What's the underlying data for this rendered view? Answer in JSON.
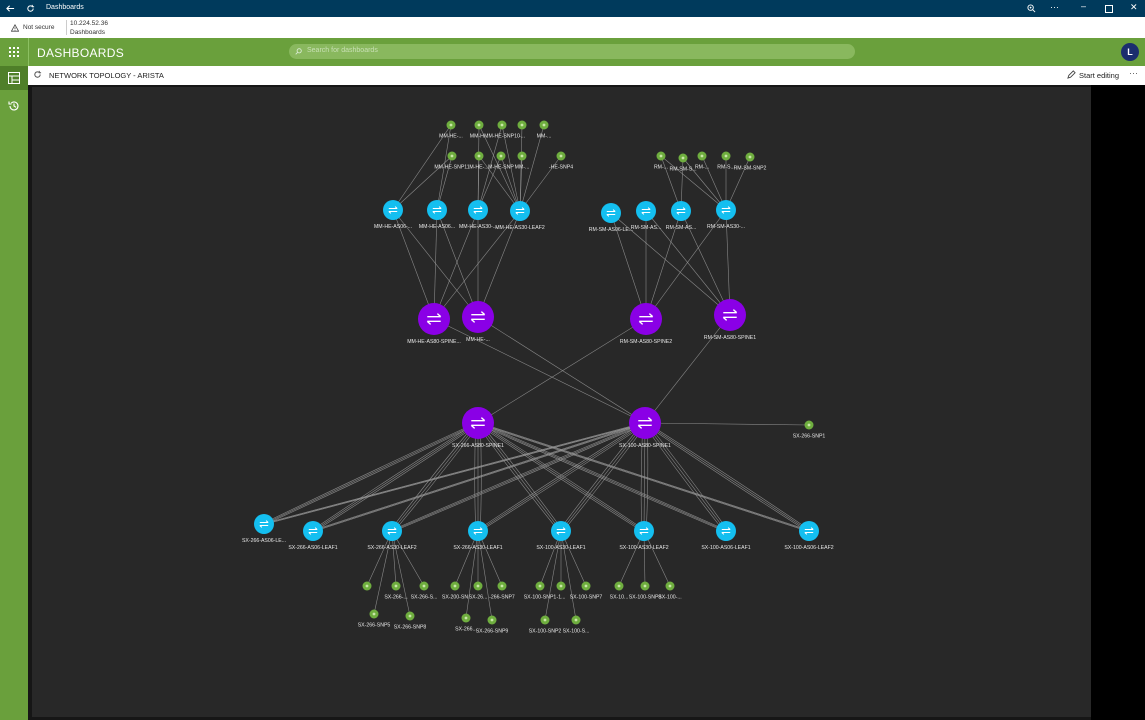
{
  "window": {
    "title": "Dashboards",
    "controls": [
      "minimize-icon",
      "maximize-icon",
      "close-icon"
    ]
  },
  "address": {
    "security": "Not secure",
    "host": "10.224.52.36",
    "page": "Dashboards"
  },
  "app": {
    "title": "DASHBOARDS",
    "search_placeholder": "Search for dashboards",
    "avatar_letter": "L"
  },
  "dashboard": {
    "title": "NETWORK TOPOLOGY - ARISTA",
    "edit_label": "Start editing"
  },
  "colors": {
    "spine": "#8a00e6",
    "leaf": "#14bff0",
    "host": "#6fae3f",
    "link": "#9a9a9a",
    "accent": "#6aa03c"
  },
  "topology": {
    "nodes": [
      {
        "id": "mh1",
        "label": "MM-HE-...",
        "type": "host"
      },
      {
        "id": "mh2",
        "label": "MM-H...",
        "type": "host"
      },
      {
        "id": "mh3",
        "label": "MM-HE-SNP10",
        "type": "host"
      },
      {
        "id": "mh4",
        "label": "-...",
        "type": "host"
      },
      {
        "id": "mh5",
        "label": "MM-...",
        "type": "host"
      },
      {
        "id": "mh6",
        "label": "MM-HE-SNP11",
        "type": "host"
      },
      {
        "id": "mh7",
        "label": "M-HE-...",
        "type": "host"
      },
      {
        "id": "mh8",
        "label": "M-HE-SNP",
        "type": "host"
      },
      {
        "id": "mh9",
        "label": "MM-...",
        "type": "host"
      },
      {
        "id": "mh10",
        "label": "-HE-SNP4",
        "type": "host"
      },
      {
        "id": "rh1",
        "label": "RM-...",
        "type": "host"
      },
      {
        "id": "rh2",
        "label": "RM-SM-S...",
        "type": "host"
      },
      {
        "id": "rh3",
        "label": "RM-...",
        "type": "host"
      },
      {
        "id": "rh4",
        "label": "RM-S...",
        "type": "host"
      },
      {
        "id": "rh5",
        "label": "RM-SM-SNP2",
        "type": "host"
      },
      {
        "id": "ml1",
        "label": "MM-HE-AS06-...",
        "type": "leaf"
      },
      {
        "id": "ml2",
        "label": "MM-HE-AS06...",
        "type": "leaf"
      },
      {
        "id": "ml3",
        "label": "MM-HE-AS30-...",
        "type": "leaf"
      },
      {
        "id": "ml4",
        "label": "MM-HE-AS30-LEAF2",
        "type": "leaf"
      },
      {
        "id": "rl1",
        "label": "RM-SM-AS06-LE...",
        "type": "leaf"
      },
      {
        "id": "rl2",
        "label": "RM-SM-AS...",
        "type": "leaf"
      },
      {
        "id": "rl3",
        "label": "RM-SM-AS...",
        "type": "leaf"
      },
      {
        "id": "rl4",
        "label": "RM-SM-AS30-...",
        "type": "leaf"
      },
      {
        "id": "ms1",
        "label": "MM-HE-AS80-SPINE...",
        "type": "spine"
      },
      {
        "id": "ms2",
        "label": "MM-HE-...",
        "type": "spine"
      },
      {
        "id": "rs2",
        "label": "RM-SM-AS80-SPINE2",
        "type": "spine"
      },
      {
        "id": "rs1",
        "label": "RM-SM-AS80-SPINE1",
        "type": "spine"
      },
      {
        "id": "sx266s",
        "label": "SX-266-AS80-SPINE1",
        "type": "spine"
      },
      {
        "id": "sx100s",
        "label": "SX-100-AS80-SPINE1",
        "type": "spine"
      },
      {
        "id": "sxsnp1",
        "label": "SX-266-SNP1",
        "type": "host"
      },
      {
        "id": "sl1",
        "label": "SX-266-AS06-LE...",
        "type": "leaf"
      },
      {
        "id": "sl2",
        "label": "SX-266-AS06-LEAF1",
        "type": "leaf"
      },
      {
        "id": "sl3",
        "label": "SX-266-AS30-LEAF2",
        "type": "leaf"
      },
      {
        "id": "sl4",
        "label": "SX-266-AS30-LEAF1",
        "type": "leaf"
      },
      {
        "id": "sl5",
        "label": "SX-100-AS30-LEAF1",
        "type": "leaf"
      },
      {
        "id": "sl6",
        "label": "SX-100-AS30-LEAF2",
        "type": "leaf"
      },
      {
        "id": "sl7",
        "label": "SX-100-AS06-LEAF1",
        "type": "leaf"
      },
      {
        "id": "sl8",
        "label": "SX-100-AS06-LEAF2",
        "type": "leaf"
      },
      {
        "id": "h1",
        "label": "",
        "type": "host"
      },
      {
        "id": "h2",
        "label": "SX-266-...",
        "type": "host"
      },
      {
        "id": "h3",
        "label": "SX-266-S...",
        "type": "host"
      },
      {
        "id": "h4",
        "label": "SX-266-SNP5",
        "type": "host"
      },
      {
        "id": "h5",
        "label": "SX-266-SNP8",
        "type": "host"
      },
      {
        "id": "h6",
        "label": "SX-200-SN",
        "type": "host"
      },
      {
        "id": "h7",
        "label": "SX-26...",
        "type": "host"
      },
      {
        "id": "h8",
        "label": "-266-SNP7",
        "type": "host"
      },
      {
        "id": "h9",
        "label": "SX-266...",
        "type": "host"
      },
      {
        "id": "h10",
        "label": "SX-266-SNP9",
        "type": "host"
      },
      {
        "id": "h11",
        "label": "SX-100-SNP1",
        "type": "host"
      },
      {
        "id": "h12",
        "label": "-1...",
        "type": "host"
      },
      {
        "id": "h13",
        "label": "SX-100-SNP7",
        "type": "host"
      },
      {
        "id": "h14",
        "label": "SX-100-SNP2",
        "type": "host"
      },
      {
        "id": "h15",
        "label": "SX-100-S...",
        "type": "host"
      },
      {
        "id": "h16",
        "label": "SX-10...",
        "type": "host"
      },
      {
        "id": "h17",
        "label": "SX-100-SNP8",
        "type": "host"
      },
      {
        "id": "h18",
        "label": "SX-100-...",
        "type": "host"
      }
    ],
    "links": [
      [
        "mh1",
        "ml1"
      ],
      [
        "mh1",
        "ml2"
      ],
      [
        "mh2",
        "ml3"
      ],
      [
        "mh2",
        "ml4"
      ],
      [
        "mh3",
        "ml4"
      ],
      [
        "mh3",
        "ml3"
      ],
      [
        "mh4",
        "ml4"
      ],
      [
        "mh5",
        "ml4"
      ],
      [
        "mh6",
        "ml1"
      ],
      [
        "mh6",
        "ml2"
      ],
      [
        "mh7",
        "ml3"
      ],
      [
        "mh8",
        "ml3"
      ],
      [
        "mh8",
        "ml4"
      ],
      [
        "mh9",
        "ml4"
      ],
      [
        "mh10",
        "ml4"
      ],
      [
        "mh7",
        "ml4"
      ],
      [
        "rh1",
        "rl4"
      ],
      [
        "rh2",
        "rl4"
      ],
      [
        "rh3",
        "rl4"
      ],
      [
        "rh4",
        "rl4"
      ],
      [
        "rh5",
        "rl4"
      ],
      [
        "rh2",
        "rl3"
      ],
      [
        "rh1",
        "rl3"
      ],
      [
        "ml1",
        "ms1"
      ],
      [
        "ml1",
        "ms2"
      ],
      [
        "ml2",
        "ms1"
      ],
      [
        "ml2",
        "ms2"
      ],
      [
        "ml3",
        "ms1"
      ],
      [
        "ml3",
        "ms2"
      ],
      [
        "ml4",
        "ms1"
      ],
      [
        "ml4",
        "ms2"
      ],
      [
        "rl1",
        "rs2"
      ],
      [
        "rl1",
        "rs1"
      ],
      [
        "rl2",
        "rs2"
      ],
      [
        "rl2",
        "rs1"
      ],
      [
        "rl3",
        "rs2"
      ],
      [
        "rl3",
        "rs1"
      ],
      [
        "rl4",
        "rs2"
      ],
      [
        "rl4",
        "rs1"
      ],
      [
        "ms2",
        "sx100s"
      ],
      [
        "ms1",
        "sx100s"
      ],
      [
        "rs2",
        "sx266s"
      ],
      [
        "rs1",
        "sx100s"
      ],
      [
        "sx100s",
        "sxsnp1"
      ],
      [
        "sx266s",
        "sl1"
      ],
      [
        "sx266s",
        "sl2"
      ],
      [
        "sx266s",
        "sl3"
      ],
      [
        "sx266s",
        "sl4"
      ],
      [
        "sx266s",
        "sl5"
      ],
      [
        "sx266s",
        "sl6"
      ],
      [
        "sx266s",
        "sl7"
      ],
      [
        "sx266s",
        "sl8"
      ],
      [
        "sx100s",
        "sl1"
      ],
      [
        "sx100s",
        "sl2"
      ],
      [
        "sx100s",
        "sl3"
      ],
      [
        "sx100s",
        "sl4"
      ],
      [
        "sx100s",
        "sl5"
      ],
      [
        "sx100s",
        "sl6"
      ],
      [
        "sx100s",
        "sl7"
      ],
      [
        "sx100s",
        "sl8"
      ],
      [
        "sl3",
        "h1"
      ],
      [
        "sl3",
        "h2"
      ],
      [
        "sl3",
        "h3"
      ],
      [
        "sl3",
        "h4"
      ],
      [
        "sl3",
        "h5"
      ],
      [
        "sl4",
        "h6"
      ],
      [
        "sl4",
        "h7"
      ],
      [
        "sl4",
        "h8"
      ],
      [
        "sl4",
        "h9"
      ],
      [
        "sl4",
        "h10"
      ],
      [
        "sl5",
        "h11"
      ],
      [
        "sl5",
        "h12"
      ],
      [
        "sl5",
        "h13"
      ],
      [
        "sl5",
        "h14"
      ],
      [
        "sl5",
        "h15"
      ],
      [
        "sl6",
        "h16"
      ],
      [
        "sl6",
        "h17"
      ],
      [
        "sl6",
        "h18"
      ]
    ]
  }
}
